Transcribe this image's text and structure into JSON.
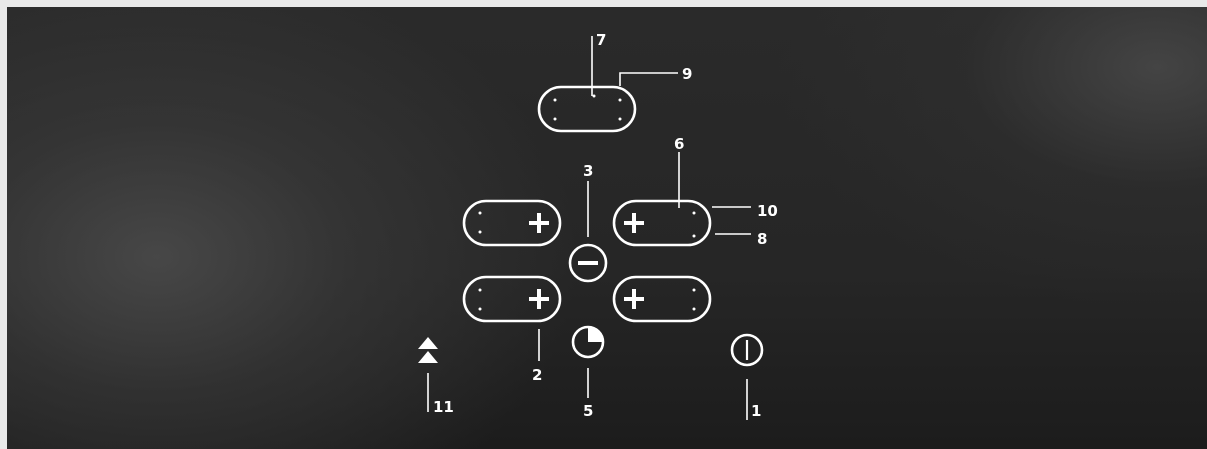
{
  "callouts": {
    "c1": "1",
    "c2": "2",
    "c3": "3",
    "c5": "5",
    "c6": "6",
    "c7": "7",
    "c8": "8",
    "c9": "9",
    "c10": "10",
    "c11": "11"
  },
  "colors": {
    "panel_background": "#262626",
    "page_background": "#e9e9e9",
    "symbol_stroke": "#ffffff"
  },
  "icons": {
    "plus": "plus-icon",
    "minus": "minus-icon",
    "timer": "timer-icon",
    "power": "power-icon",
    "boost": "double-chevron-up-icon"
  }
}
